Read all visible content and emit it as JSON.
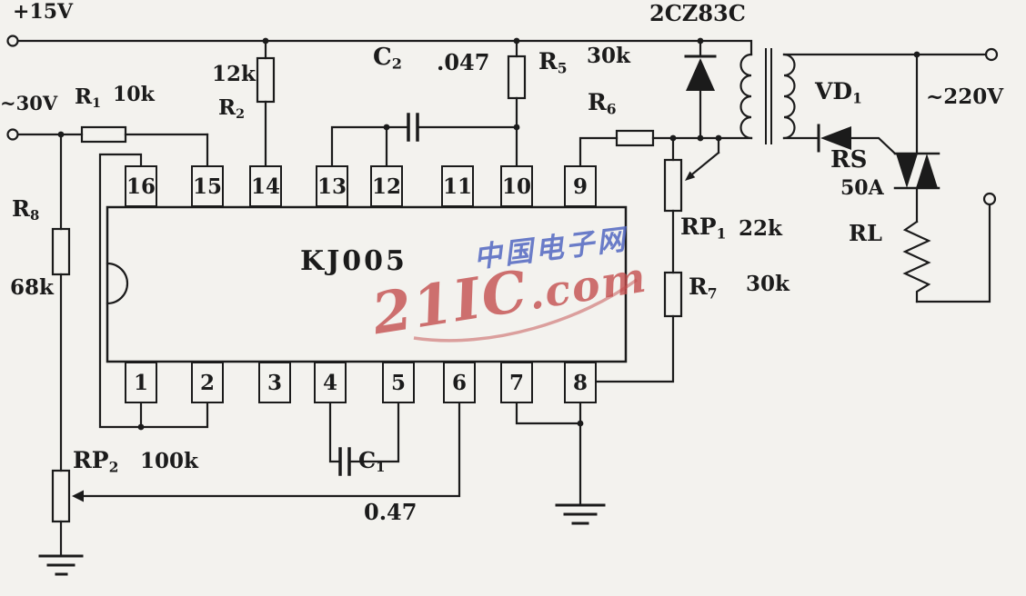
{
  "diagram_title": "KJ005 thyristor trigger circuit schematic",
  "colors": {
    "ink": "#1b1b1b",
    "paper": "#f3f2ee",
    "watermark_red": "#c34b4b",
    "watermark_blue": "#4d63c0"
  },
  "labels": {
    "supply_15v": "+15V",
    "supply_30v": "~30V",
    "mains_220v": "~220V",
    "r1": {
      "name": "R",
      "sub": "1",
      "value": "10k"
    },
    "r2": {
      "name": "R",
      "sub": "2",
      "value": "12k"
    },
    "r5": {
      "name": "R",
      "sub": "5",
      "value": "30k"
    },
    "r6": {
      "name": "R",
      "sub": "6"
    },
    "r7": {
      "name": "R",
      "sub": "7",
      "value": "30k"
    },
    "r8": {
      "name": "R",
      "sub": "8",
      "value": "68k"
    },
    "rp1": {
      "name": "RP",
      "sub": "1",
      "value": "22k"
    },
    "rp2": {
      "name": "RP",
      "sub": "2",
      "value": "100k"
    },
    "c1": {
      "name": "C",
      "sub": "1",
      "value": "0.47"
    },
    "c2": {
      "name": "C",
      "sub": "2",
      "value": ".047"
    },
    "vd1": {
      "name": "VD",
      "sub": "1"
    },
    "rs": {
      "name": "RS",
      "value": "50A"
    },
    "rl": "RL",
    "rectifier": "2CZ83C",
    "ic": "KJ005"
  },
  "pins": {
    "top": [
      "16",
      "15",
      "14",
      "13",
      "12",
      "11",
      "10",
      "9"
    ],
    "bottom": [
      "1",
      "2",
      "3",
      "4",
      "5",
      "6",
      "7",
      "8"
    ]
  },
  "watermark": {
    "brand": "21IC",
    "brand_suffix": ".com",
    "site_name": "中国电子网"
  }
}
